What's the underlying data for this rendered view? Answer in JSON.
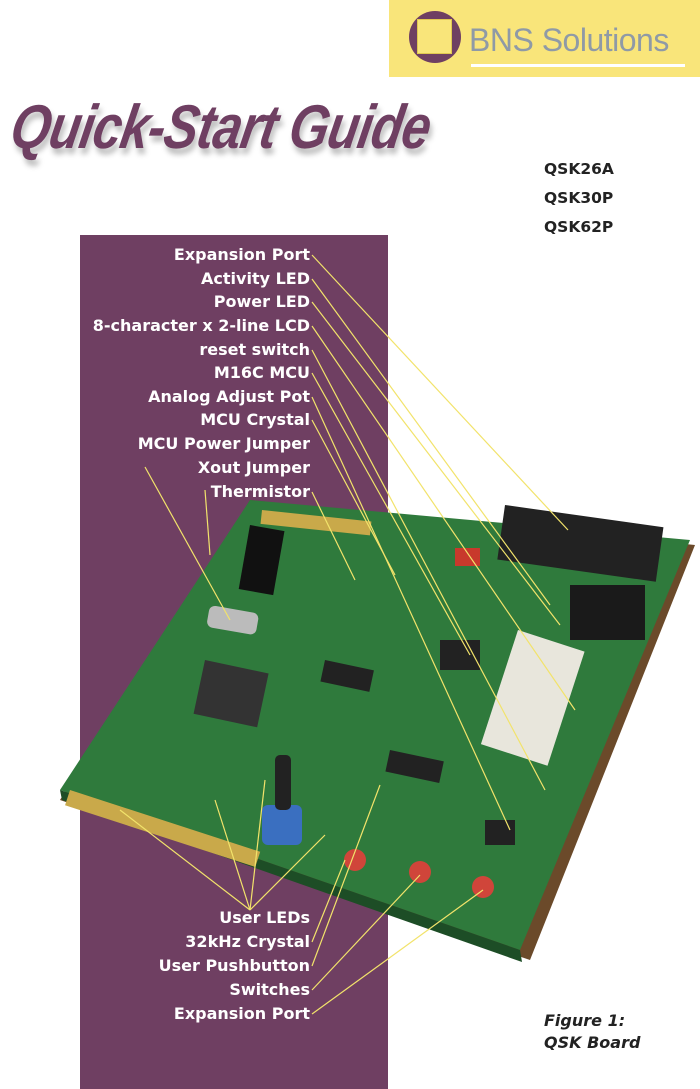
{
  "logo": {
    "text": "BNS Solutions"
  },
  "title": "Quick-Start Guide",
  "models": [
    "QSK26A",
    "QSK30P",
    "QSK62P"
  ],
  "top_labels": [
    "Expansion Port",
    "Activity LED",
    "Power LED",
    "8-character x 2-line LCD",
    "reset switch",
    "M16C MCU",
    "Analog Adjust Pot",
    "MCU Crystal",
    "MCU Power Jumper",
    "Xout Jumper",
    "Thermistor"
  ],
  "bottom_labels": [
    "User LEDs",
    "32kHz Crystal",
    "User Pushbutton",
    "Switches",
    "Expansion Port"
  ],
  "caption": {
    "line1": "Figure 1:",
    "line2": "QSK Board"
  },
  "colors": {
    "brand_purple": "#6f3f62",
    "logo_yellow": "#f9e57a",
    "board_green": "#2f7a3c",
    "leader_yellow": "#f2e36b"
  }
}
